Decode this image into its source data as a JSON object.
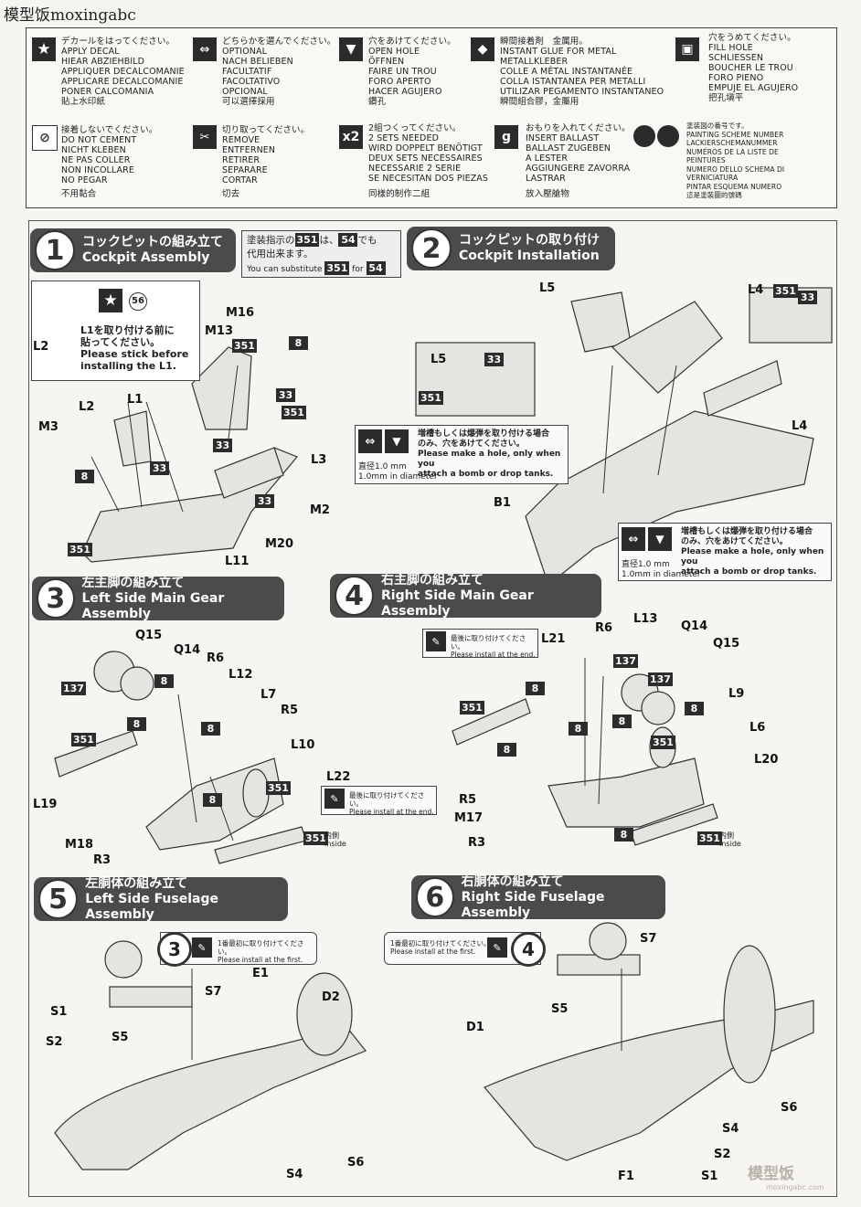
{
  "watermark": "模型饭moxingabc",
  "legend": {
    "items": [
      {
        "icon": "star-decal-icon",
        "lines": [
          "デカールをはってください。",
          "APPLY DECAL",
          "HIEAR ABZIEHBILD",
          "APPLIQUER DECALCOMANIE",
          "APPLICARE DECALCOMANIE",
          "PONER CALCOMANIA",
          "貼上水印紙"
        ]
      },
      {
        "icon": "double-arrow-icon",
        "lines": [
          "どちらかを選んでください。",
          "OPTIONAL",
          "NACH BELIEBEN",
          "FACULTATIF",
          "FACOLTATIVO",
          "OPCIONAL",
          "可以選擇採用"
        ]
      },
      {
        "icon": "drill-icon",
        "lines": [
          "穴をあけてください。",
          "OPEN HOLE",
          "ÖFFNEN",
          "FAIRE UN TROU",
          "FORO APERTO",
          "HACER AGUJERO",
          "鑽孔"
        ]
      },
      {
        "icon": "glue-icon",
        "lines": [
          "瞬間接着剤　金属用。",
          "INSTANT GLUE FOR METAL",
          "METALLKLEBER",
          "COLLE A MÉTAL INSTANTANÉE",
          "COLLA ISTANTANEA PER METALLI",
          "UTILIZAR PEGAMENTO INSTANTANEO",
          "瞬間組合膠，金屬用"
        ]
      },
      {
        "icon": "fill-hole-icon",
        "lines": [
          "穴をうめてください。",
          "FILL HOLE",
          "SCHLIESSEN",
          "BOUCHER LE TROU",
          "FORO PIENO",
          "EMPUJE EL AGUJERO",
          "把孔塡平"
        ]
      },
      {
        "icon": "no-cement-icon",
        "lines": [
          "接着しないでください。",
          "DO NOT CEMENT",
          "NICHT KLEBEN",
          "NE PAS COLLER",
          "NON INCOLLARE",
          "NO PEGAR",
          "不用黏合"
        ]
      },
      {
        "icon": "cut-icon",
        "lines": [
          "切り取ってください。",
          "REMOVE",
          "ENTFERNEN",
          "RETIRER",
          "SEPARARE",
          "CORTAR",
          "切去"
        ]
      },
      {
        "icon": "x2-icon",
        "lines": [
          "2組つくってください。",
          "2 SETS NEEDED",
          "WIRD DOPPELT BENÖTIGT",
          "DEUX SETS NECESSAIRES",
          "NECESSARIE 2 SERIE",
          "SE NECESITAN DOS PIEZAS",
          "同樣的制作二組"
        ]
      },
      {
        "icon": "weight-icon",
        "lines": [
          "おもりを入れてください。",
          "INSERT BALLAST",
          "BALLAST ZUGEBEN",
          "A LESTER",
          "AGGIUNGERE ZAVORRA",
          "LASTRAR",
          "放入壓艙物"
        ]
      },
      {
        "icon": "scheme-number-icon",
        "lines": [
          "塗装図の番号です。",
          "PAINTING SCHEME NUMBER",
          "LACKIERSCHEMANUMMER",
          "NUMÉROS DE LA LISTE DE",
          "PEINTURES",
          "NUMERO DELLO SCHEMA DI",
          "VERNICIATURA",
          "PINTAR ESQUEMA NUMERO",
          "這是塗裝圖的號碼"
        ]
      }
    ],
    "x2": "x2",
    "weight": "g"
  },
  "steps": [
    {
      "num": "1",
      "jp": "コックピットの組み立て",
      "en": "Cockpit Assembly"
    },
    {
      "num": "2",
      "jp": "コックピットの取り付け",
      "en": "Cockpit Installation"
    },
    {
      "num": "3",
      "jp": "左主脚の組み立て",
      "en": "Left Side Main Gear Assembly"
    },
    {
      "num": "4",
      "jp": "右主脚の組み立て",
      "en": "Right Side Main Gear Assembly"
    },
    {
      "num": "5",
      "jp": "左胴体の組み立て",
      "en": "Left Side Fuselage Assembly"
    },
    {
      "num": "6",
      "jp": "右胴体の組み立て",
      "en": "Right Side Fuselage Assembly"
    }
  ],
  "substitute": {
    "jp1": "塗装指示の",
    "c1": "351",
    "jp2": "は、",
    "c2": "54",
    "jp3": "でも",
    "jp4": "代用出来ます。",
    "en1": "You can substitute",
    "en2": "for",
    "c3": "351",
    "c4": "54"
  },
  "step1": {
    "note_jp1": "L1を取り付ける前に",
    "note_jp2": "貼ってください。",
    "note_en1": "Please stick before",
    "note_en2": "installing the L1.",
    "decal_no": "56",
    "labels": {
      "L2": "L2",
      "M16": "M16",
      "M13": "M13",
      "L1": "L1",
      "L2b": "L2",
      "M3": "M3",
      "L3": "L3",
      "M2": "M2",
      "M20": "M20",
      "L11": "L11"
    },
    "colors": {
      "c351a": "351",
      "c8a": "8",
      "c33a": "33",
      "c351b": "351",
      "c33b": "33",
      "c33c": "33",
      "c8b": "8",
      "c33d": "33",
      "c351c": "351"
    }
  },
  "step2": {
    "labels": {
      "L5": "L5",
      "L5b": "L5",
      "L4": "L4",
      "L4b": "L4",
      "B1": "B1"
    },
    "colors": {
      "c33a": "33",
      "c351a": "351",
      "c351b": "351",
      "c33b": "33"
    },
    "hole_note": {
      "jp": "増槽もしくは爆弾を取り付ける場合",
      "jp2": "のみ、穴をあけてください。",
      "en1": "Please make a hole, only when you",
      "en2": "attach a bomb or drop tanks.",
      "dia_jp": "直径1.0 mm",
      "dia_en": "1.0mm in diameter"
    },
    "hole_note2": {
      "jp": "増槽もしくは爆弾を取り付ける場合",
      "jp2": "のみ、穴をあけてください。",
      "en1": "Please make a hole, only when you",
      "en2": "attach a bomb or drop tanks.",
      "dia_jp": "直径1.0 mm",
      "dia_en": "1.0mm in diameter"
    }
  },
  "step3": {
    "labels": {
      "Q15": "Q15",
      "Q14": "Q14",
      "R6": "R6",
      "L12": "L12",
      "L7": "L7",
      "R5": "R5",
      "L10": "L10",
      "L19": "L19",
      "M18": "M18",
      "R3": "R3",
      "L22": "L22"
    },
    "colors": {
      "c137": "137",
      "c8a": "8",
      "c8b": "8",
      "c8c": "8",
      "c351a": "351",
      "c351b": "351",
      "c8d": "8",
      "c351c": "351"
    },
    "last_jp": "最後に取り付けてください。",
    "last_en": "Please install at the end.",
    "inside_jp": "内側",
    "inside_en": "Inside"
  },
  "step4": {
    "labels": {
      "L21": "L21",
      "R6": "R6",
      "L13": "L13",
      "Q14": "Q14",
      "Q15": "Q15",
      "L9": "L9",
      "L6": "L6",
      "L20": "L20",
      "R5": "R5",
      "M17": "M17",
      "R3": "R3"
    },
    "colors": {
      "c351a": "351",
      "c8a": "8",
      "c137a": "137",
      "c137b": "137",
      "c8b": "8",
      "c8c": "8",
      "c8d": "8",
      "c8e": "8",
      "c351b": "351",
      "c8f": "8",
      "c351c": "351"
    },
    "last_jp": "最後に取り付けてください。",
    "last_en": "Please install at the end.",
    "inside_jp": "内側",
    "inside_en": "Inside"
  },
  "step5": {
    "labels": {
      "E1": "E1",
      "D2": "D2",
      "S7": "S7",
      "S1": "S1",
      "S2": "S2",
      "S5": "S5",
      "S4": "S4",
      "S6": "S6"
    },
    "ref": "3",
    "first_jp": "1番最初に取り付けてください。",
    "first_en": "Please install at the first."
  },
  "step6": {
    "labels": {
      "S7": "S7",
      "S5": "S5",
      "D1": "D1",
      "S6": "S6",
      "S4": "S4",
      "S2": "S2",
      "F1": "F1",
      "S1": "S1"
    },
    "ref": "4",
    "first_jp": "1番最初に取り付けてください。",
    "first_en": "Please install at the first."
  },
  "footer_watermark": {
    "cn": "模型饭",
    "url": "moxingabc.com"
  }
}
